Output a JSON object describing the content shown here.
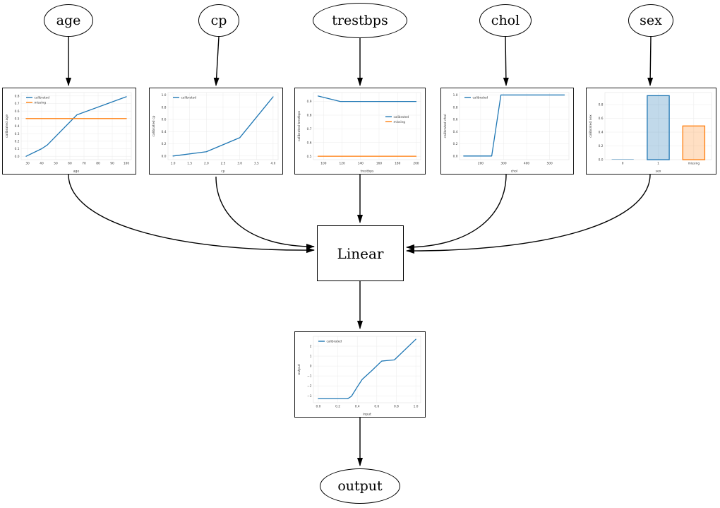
{
  "nodes": {
    "age": "age",
    "cp": "cp",
    "trestbps": "trestbps",
    "chol": "chol",
    "sex": "sex",
    "linear": "Linear",
    "output": "output"
  },
  "colors": {
    "calibrated": "#1f77b4",
    "missing": "#ff7f0e",
    "blue_fill": "rgba(31,119,180,0.28)",
    "orange_fill": "rgba(255,127,14,0.25)"
  },
  "chart_data": [
    {
      "id": "age",
      "type": "line",
      "xlabel": "age",
      "ylabel": "calibrated age",
      "xlim": [
        25.5,
        103.5
      ],
      "ylim": [
        -0.045,
        0.845
      ],
      "xticks": {
        "values": [
          30,
          40,
          50,
          60,
          70,
          80,
          90,
          100
        ],
        "labels": [
          "30",
          "40",
          "50",
          "60",
          "70",
          "80",
          "90",
          "100"
        ]
      },
      "yticks": {
        "values": [
          0.0,
          0.1,
          0.2,
          0.3,
          0.4,
          0.5,
          0.6,
          0.7,
          0.8
        ],
        "labels": [
          "0.0",
          "0.1",
          "0.2",
          "0.3",
          "0.4",
          "0.5",
          "0.6",
          "0.7",
          "0.8"
        ]
      },
      "series": [
        {
          "name": "calibrated",
          "color": "#1f77b4",
          "points": [
            [
              29,
              0.0
            ],
            [
              40,
              0.1
            ],
            [
              44,
              0.15
            ],
            [
              65,
              0.55
            ],
            [
              100,
              0.79
            ]
          ]
        },
        {
          "name": "missing",
          "color": "#ff7f0e",
          "points": [
            [
              29,
              0.5
            ],
            [
              100,
              0.5
            ]
          ]
        }
      ],
      "legend": {
        "pos": "top-left",
        "entries": [
          "calibrated",
          "missing"
        ]
      }
    },
    {
      "id": "cp",
      "type": "line",
      "xlabel": "cp",
      "ylabel": "calibrated cp",
      "xlim": [
        0.85,
        4.15
      ],
      "ylim": [
        -0.06,
        1.04
      ],
      "xticks": {
        "values": [
          1.0,
          1.5,
          2.0,
          2.5,
          3.0,
          3.5,
          4.0
        ],
        "labels": [
          "1.0",
          "1.5",
          "2.0",
          "2.5",
          "3.0",
          "3.5",
          "4.0"
        ]
      },
      "yticks": {
        "values": [
          0.0,
          0.2,
          0.4,
          0.6,
          0.8,
          1.0
        ],
        "labels": [
          "0.0",
          "0.2",
          "0.4",
          "0.6",
          "0.8",
          "1.0"
        ]
      },
      "series": [
        {
          "name": "calibrated",
          "color": "#1f77b4",
          "points": [
            [
              1.0,
              0.0
            ],
            [
              2.0,
              0.07
            ],
            [
              3.0,
              0.3
            ],
            [
              4.0,
              0.97
            ]
          ]
        }
      ],
      "legend": {
        "pos": "top-left",
        "entries": [
          "calibrated"
        ]
      }
    },
    {
      "id": "trestbps",
      "type": "line",
      "xlabel": "trestbps",
      "ylabel": "calibrated trestbps",
      "xlim": [
        89,
        205
      ],
      "ylim": [
        0.475,
        0.965
      ],
      "xticks": {
        "values": [
          100,
          120,
          140,
          160,
          180,
          200
        ],
        "labels": [
          "100",
          "120",
          "140",
          "160",
          "180",
          "200"
        ]
      },
      "yticks": {
        "values": [
          0.5,
          0.6,
          0.7,
          0.8,
          0.9
        ],
        "labels": [
          "0.5",
          "0.6",
          "0.7",
          "0.8",
          "0.9"
        ]
      },
      "series": [
        {
          "name": "calibrated",
          "color": "#1f77b4",
          "points": [
            [
              94,
              0.94
            ],
            [
              118,
              0.9
            ],
            [
              200,
              0.9
            ]
          ]
        },
        {
          "name": "missing",
          "color": "#ff7f0e",
          "points": [
            [
              94,
              0.5
            ],
            [
              200,
              0.5
            ]
          ]
        }
      ],
      "legend": {
        "pos": "mid-right",
        "entries": [
          "calibrated",
          "missing"
        ]
      }
    },
    {
      "id": "chol",
      "type": "line",
      "xlabel": "chol",
      "ylabel": "calibrated chol",
      "xlim": [
        108,
        584
      ],
      "ylim": [
        -0.06,
        1.04
      ],
      "xticks": {
        "values": [
          200,
          300,
          400,
          500
        ],
        "labels": [
          "200",
          "300",
          "400",
          "500"
        ]
      },
      "yticks": {
        "values": [
          0.0,
          0.2,
          0.4,
          0.6,
          0.8,
          1.0
        ],
        "labels": [
          "0.0",
          "0.2",
          "0.4",
          "0.6",
          "0.8",
          "1.0"
        ]
      },
      "series": [
        {
          "name": "calibrated",
          "color": "#1f77b4",
          "points": [
            [
              126,
              0.0
            ],
            [
              248,
              0.0
            ],
            [
              288,
              1.0
            ],
            [
              564,
              1.0
            ]
          ]
        }
      ],
      "legend": {
        "pos": "top-left",
        "entries": [
          "calibrated"
        ]
      }
    },
    {
      "id": "sex",
      "type": "bar",
      "xlabel": "sex",
      "ylabel": "calibrated sex",
      "categories": [
        "0",
        "1",
        "missing"
      ],
      "values": [
        0.004,
        0.93,
        0.49
      ],
      "ylim": [
        0,
        0.975
      ],
      "yticks": {
        "values": [
          0.0,
          0.2,
          0.4,
          0.6,
          0.8
        ],
        "labels": [
          "0.0",
          "0.2",
          "0.4",
          "0.6",
          "0.8"
        ]
      },
      "bars": [
        {
          "category": "0",
          "value": 0.004,
          "fill": "rgba(31,119,180,0.28)",
          "stroke": "#1f77b4"
        },
        {
          "category": "1",
          "value": 0.93,
          "fill": "rgba(31,119,180,0.28)",
          "stroke": "#1f77b4"
        },
        {
          "category": "missing",
          "value": 0.49,
          "fill": "rgba(255,127,14,0.25)",
          "stroke": "#ff7f0e"
        }
      ]
    },
    {
      "id": "output",
      "type": "line",
      "xlabel": "input",
      "ylabel": "output",
      "xlim": [
        -0.05,
        1.05
      ],
      "ylim": [
        -3.7,
        3.0
      ],
      "xticks": {
        "values": [
          0.0,
          0.2,
          0.4,
          0.6,
          0.8,
          1.0
        ],
        "labels": [
          "0.0",
          "0.2",
          "0.4",
          "0.6",
          "0.8",
          "1.0"
        ]
      },
      "yticks": {
        "values": [
          -3,
          -2,
          -1,
          0,
          1,
          2
        ],
        "labels": [
          "−3",
          "−2",
          "−1",
          "0",
          "1",
          "2"
        ]
      },
      "series": [
        {
          "name": "calibrated",
          "color": "#1f77b4",
          "points": [
            [
              0.0,
              -3.3
            ],
            [
              0.3,
              -3.3
            ],
            [
              0.34,
              -3.05
            ],
            [
              0.4,
              -2.1
            ],
            [
              0.45,
              -1.35
            ],
            [
              0.55,
              -0.45
            ],
            [
              0.65,
              0.5
            ],
            [
              0.7,
              0.55
            ],
            [
              0.78,
              0.62
            ],
            [
              1.0,
              2.7
            ]
          ]
        }
      ],
      "legend": {
        "pos": "top-left",
        "entries": [
          "calibrated"
        ]
      }
    }
  ]
}
